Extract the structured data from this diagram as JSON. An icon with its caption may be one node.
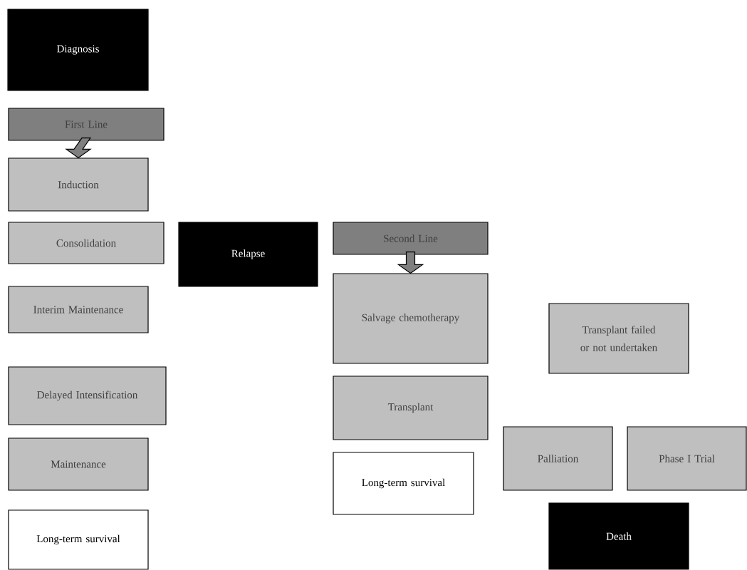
{
  "diagram": {
    "nodes": [
      {
        "text": [
          "Diagnosis"
        ]
      },
      {
        "text": [
          "First Line"
        ]
      },
      {
        "text": [
          "Induction"
        ]
      },
      {
        "text": [
          "Consolidation"
        ]
      },
      {
        "text": [
          "Interim Maintenance"
        ]
      },
      {
        "text": [
          "Delayed Intensification"
        ]
      },
      {
        "text": [
          "Maintenance"
        ]
      },
      {
        "text": [
          "Long-term survival"
        ]
      },
      {
        "text": [
          "Relapse"
        ]
      },
      {
        "text": [
          "Second Line"
        ]
      },
      {
        "text": [
          "Salvage chemotherapy"
        ]
      },
      {
        "text": [
          "Transplant"
        ]
      },
      {
        "text": [
          "Long-term survival"
        ]
      },
      {
        "text": [
          "Transplant failed or not undertaken"
        ]
      },
      {
        "text": [
          "Palliation"
        ]
      },
      {
        "text": [
          "Phase I Trial"
        ]
      },
      {
        "text": [
          "Death"
        ]
      }
    ],
    "edges": [
      {
        "from": 1,
        "to": 2,
        "arrow": "to"
      },
      {
        "from": 9,
        "to": 10,
        "arrow": "to"
      }
    ]
  }
}
